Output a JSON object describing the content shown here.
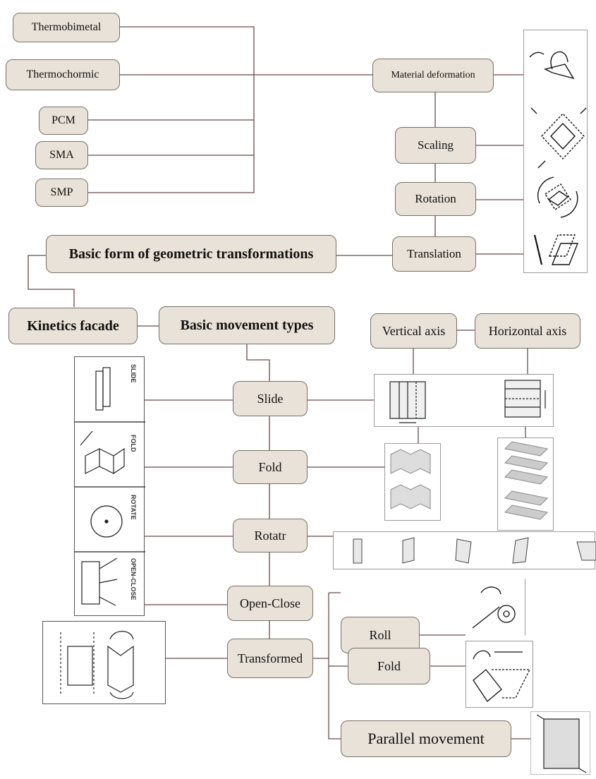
{
  "materials": [
    "Thermobimetal",
    "Thermochormic",
    "PCM",
    "SMA",
    "SMP"
  ],
  "transformations": {
    "material_deformation": "Material deformation",
    "scaling": "Scaling",
    "rotation": "Rotation",
    "translation": "Translation",
    "basic_form": "Basic form of geometric transformations"
  },
  "root": "Kinetics facade",
  "basic_movement": "Basic movement types",
  "axes": {
    "vertical": "Vertical axis",
    "horizontal": "Horizontal axis"
  },
  "movements": {
    "slide": "Slide",
    "fold": "Fold",
    "rotate": "Rotatr",
    "open_close": "Open-Close",
    "transformed": "Transformed"
  },
  "transformed_children": {
    "roll": "Roll",
    "fold": "Fold",
    "parallel": "Parallel movement"
  },
  "icon_labels": {
    "slide": "SLIDE",
    "fold": "FOLD",
    "rotate": "ROTATE",
    "open_close": "OPEN-CLOSE"
  }
}
